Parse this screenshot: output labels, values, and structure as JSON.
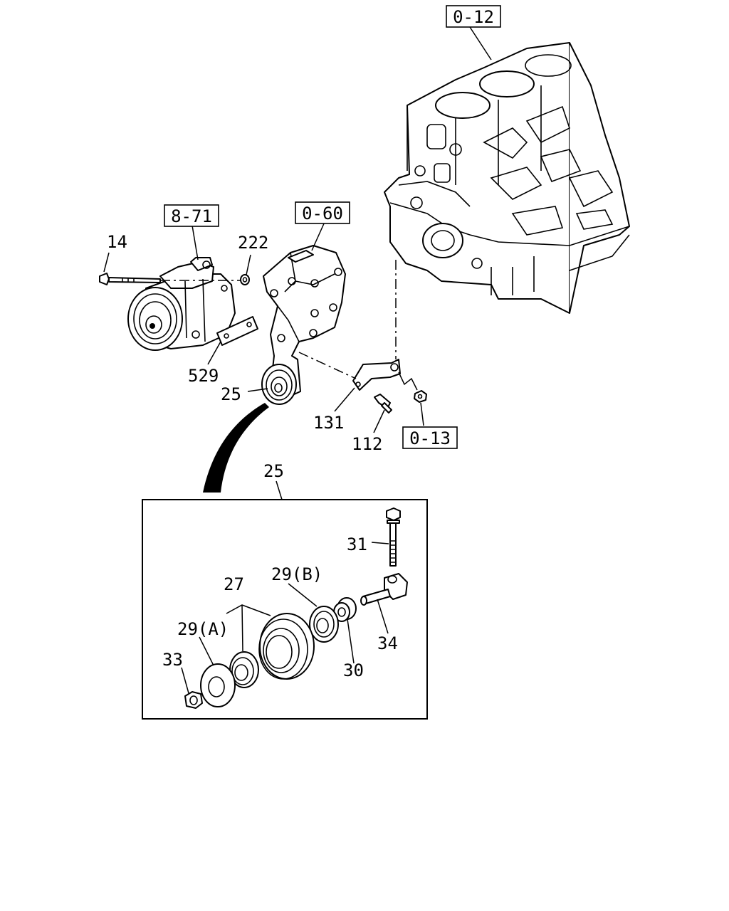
{
  "references": {
    "ref_0_12": "0-12",
    "ref_8_71": "8-71",
    "ref_0_60": "0-60",
    "ref_0_13": "0-13"
  },
  "parts": {
    "p14": "14",
    "p222": "222",
    "p529": "529",
    "p25": "25",
    "p131": "131",
    "p112": "112",
    "p25_detail": "25",
    "p31": "31",
    "p27": "27",
    "p29b": "29(B)",
    "p29a": "29(A)",
    "p33": "33",
    "p34": "34",
    "p30": "30"
  }
}
